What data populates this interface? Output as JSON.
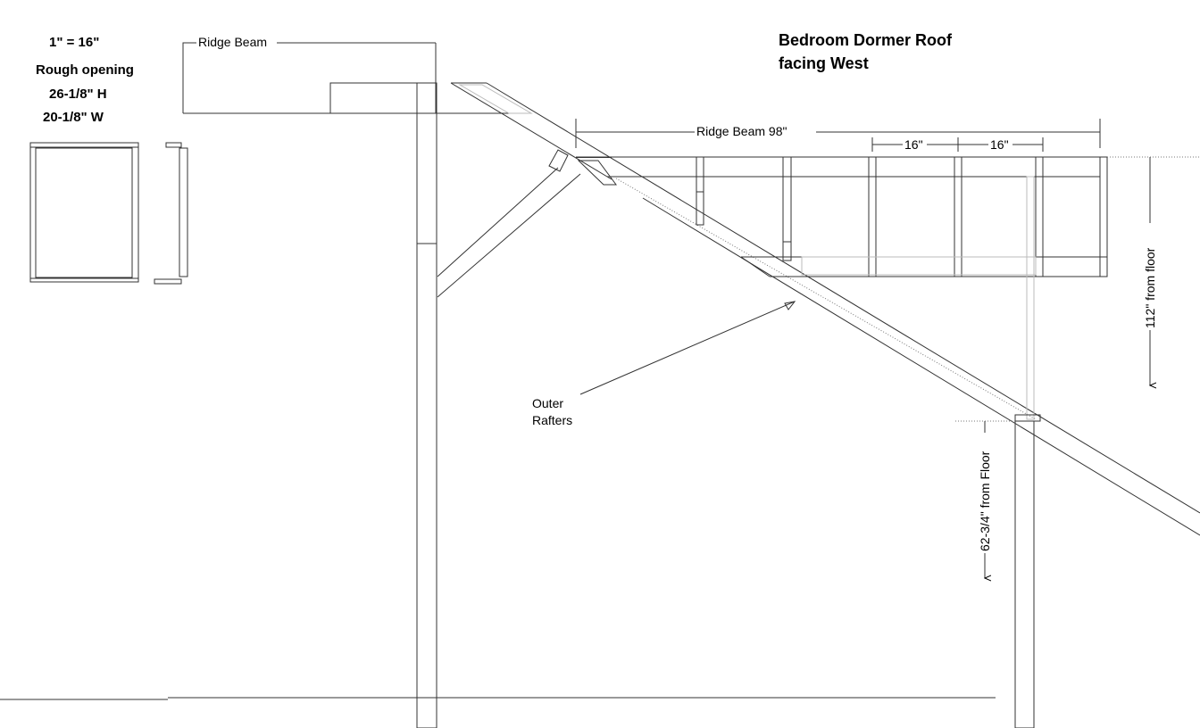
{
  "legend": {
    "scale": "1\" = 16\"",
    "rough_opening_label": "Rough opening",
    "height": "26-1/8\" H",
    "width": "20-1/8\" W"
  },
  "title": {
    "line1": "Bedroom Dormer Roof",
    "line2": "facing West"
  },
  "labels": {
    "ridge_beam": "Ridge Beam",
    "ridge_beam_length": "Ridge Beam 98\"",
    "spacing_1": "16\"",
    "spacing_2": "16\"",
    "height_ridge": "112\" from floor",
    "height_wall": "62-3/4\" from Floor",
    "outer_rafters_1": "Outer",
    "outer_rafters_2": "Rafters"
  }
}
